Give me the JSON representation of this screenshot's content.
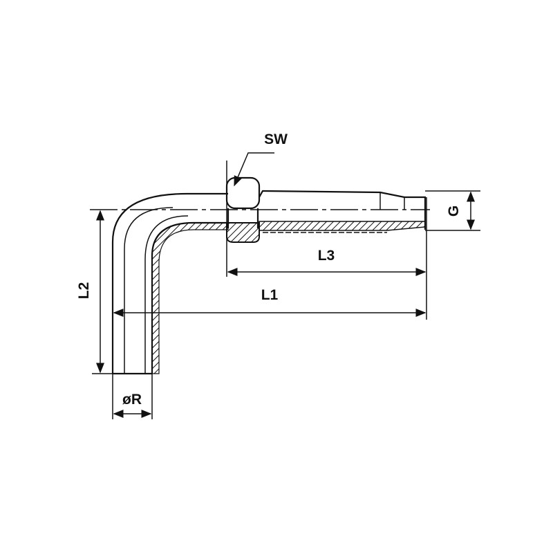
{
  "labels": {
    "sw": "SW",
    "g": "G",
    "l3": "L3",
    "l1": "L1",
    "l2": "L2",
    "r": "øR"
  },
  "colors": {
    "line": "#111111",
    "background": "#ffffff"
  }
}
